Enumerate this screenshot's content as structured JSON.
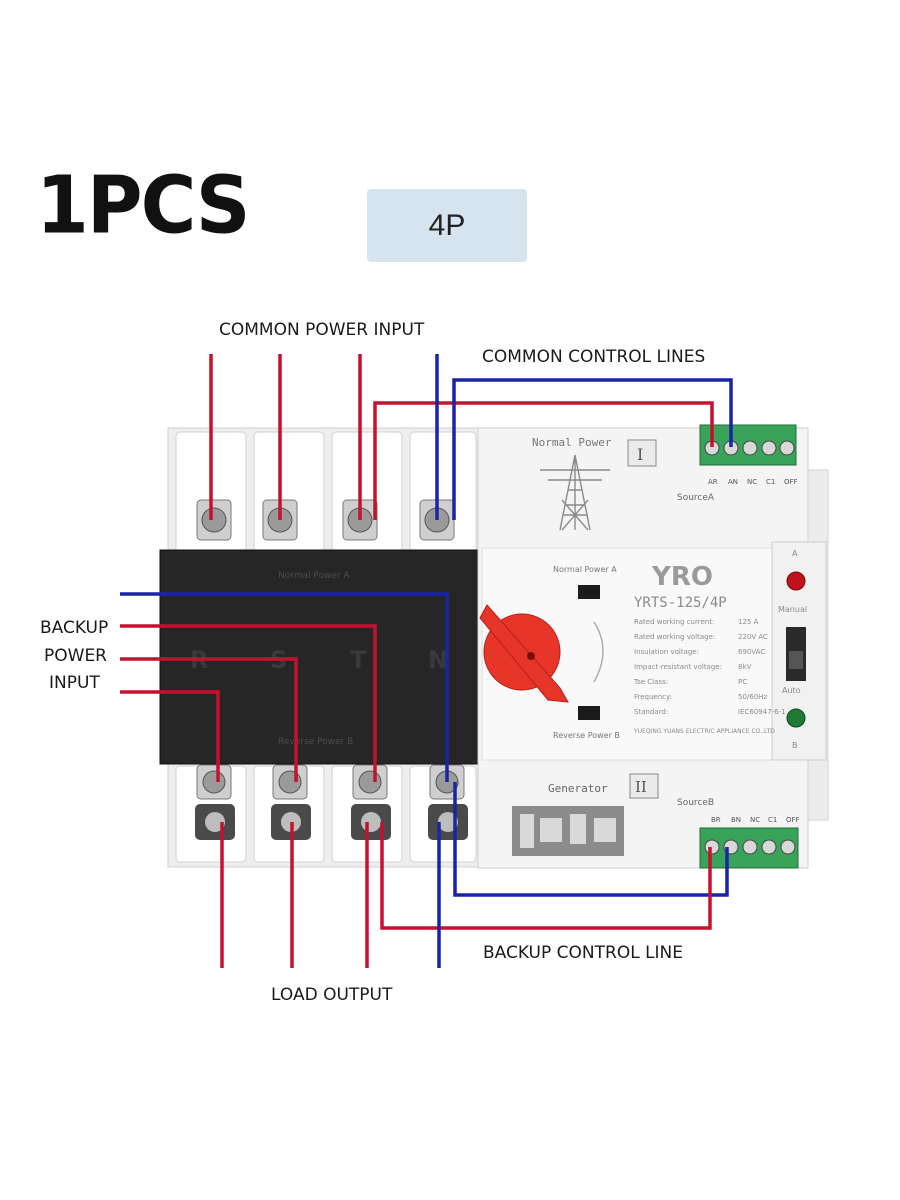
{
  "header": {
    "quantity": "1PCS",
    "pole_badge": "4P"
  },
  "labels": {
    "common_power_input": "COMMON POWER INPUT",
    "common_control_lines": "COMMON CONTROL LINES",
    "backup_power_input": [
      "BACKUP",
      "POWER",
      "INPUT"
    ],
    "backup_control_line": "BACKUP CONTROL LINE",
    "load_output": "LOAD OUTPUT"
  },
  "device": {
    "brand": "YRO",
    "model": "YRTS-125/4P",
    "normal_power_title": "Normal Power",
    "generator_title": "Generator",
    "roman_one": "I",
    "roman_two": "II",
    "source_a": "SourceA",
    "source_b": "SourceB",
    "terminals_a": [
      "AR",
      "AN",
      "NC",
      "C1",
      "OFF"
    ],
    "terminals_b": [
      "BR",
      "BN",
      "NC",
      "C1",
      "OFF"
    ],
    "normal_power_a": "Normal Power A",
    "reverse_power_b": "Reverse Power B",
    "normal_power_label_small": "Normal Power A",
    "reverse_power_label_small": "Reverse Power B",
    "phase_letters": [
      "R",
      "S",
      "T",
      "N"
    ],
    "indicator_a": "A",
    "indicator_b": "B",
    "manual": "Manual",
    "auto": "Auto",
    "specs": [
      {
        "k": "Rated working current:",
        "v": "125 A"
      },
      {
        "k": "Rated working voltage:",
        "v": "220V AC"
      },
      {
        "k": "Insulation voltage:",
        "v": "690VAC"
      },
      {
        "k": "Impact-resistant voltage:",
        "v": "8kV"
      },
      {
        "k": "Tse Class:",
        "v": "PC"
      },
      {
        "k": "Frequency:",
        "v": "50/60Hz"
      },
      {
        "k": "Standard:",
        "v": "IEC60947-6-1"
      }
    ],
    "maker": "YUEQING YUANS ELECTRIC APPLIANCE CO.,LTD"
  },
  "colors": {
    "power_wire": "#c8102e",
    "control_wire": "#1a24a8",
    "knob": "#e8352a",
    "terminal_green": "#3aa35a",
    "lamp_a": "#c0121c",
    "lamp_b": "#1f7a35",
    "badge_bg": "#d5e4ee"
  }
}
